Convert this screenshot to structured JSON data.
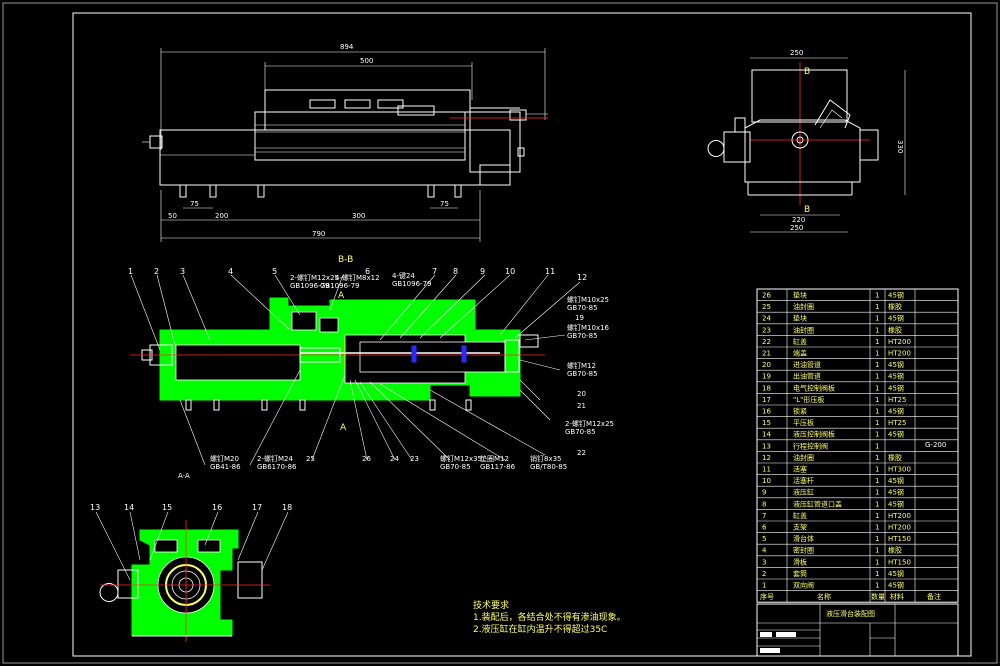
{
  "top_view": {
    "dims": [
      "894",
      "500",
      "50",
      "75",
      "200",
      "300",
      "75",
      "790"
    ]
  },
  "side_view": {
    "dims": [
      "250",
      "220",
      "250",
      "330"
    ],
    "section_marks": [
      "B",
      "B"
    ]
  },
  "section_bb": {
    "title": "B-B",
    "part_numbers_top": [
      "1",
      "2",
      "3",
      "4",
      "5",
      "6",
      "7",
      "8",
      "9",
      "10",
      "11",
      "12"
    ],
    "callouts": [
      "2-螺钉M12x25",
      "GB1096-79",
      "4-螺钉M8x12",
      "GB1096-79",
      "4-键24",
      "GB1096-79",
      "螺钉M10x25",
      "GB70-85",
      "19",
      "螺钉M10x16",
      "GB70-85",
      "螺钉M12",
      "GB70-85",
      "20",
      "21",
      "2-螺钉M12x25",
      "GB70-85",
      "螺钉M20",
      "GB41-86",
      "2-螺钉M24",
      "GB6170-86",
      "25",
      "26",
      "24",
      "23",
      "螺钉M12x35",
      "GB70-85",
      "垫圈M12",
      "GB117-86",
      "销钉8x35",
      "GB/T80-85",
      "22",
      "A",
      "A"
    ],
    "view_label": "A-A"
  },
  "view_aa": {
    "part_numbers": [
      "13",
      "14",
      "15",
      "16",
      "17",
      "18"
    ]
  },
  "notes": {
    "heading": "技术要求",
    "items": [
      "1.装配后，各结合处不得有渗油现象。",
      "2.液压缸在缸内温升不得超过35C"
    ]
  },
  "bom": {
    "extra_note": "G-200",
    "rows": [
      [
        "26",
        "垫块",
        "1",
        "45钢"
      ],
      [
        "25",
        "油封圈",
        "1",
        "橡胶"
      ],
      [
        "24",
        "垫块",
        "1",
        "45钢"
      ],
      [
        "23",
        "油封圈",
        "1",
        "橡胶"
      ],
      [
        "22",
        "缸盖",
        "1",
        "HT200"
      ],
      [
        "21",
        "端盖",
        "1",
        "HT200"
      ],
      [
        "20",
        "进油管道",
        "1",
        "45钢"
      ],
      [
        "19",
        "出油管道",
        "1",
        "45钢"
      ],
      [
        "18",
        "电气控制阀板",
        "1",
        "45钢"
      ],
      [
        "17",
        "\"L\"形压板",
        "1",
        "HT25"
      ],
      [
        "16",
        "锁紧",
        "1",
        "45钢"
      ],
      [
        "15",
        "平压板",
        "1",
        "HT25"
      ],
      [
        "14",
        "液压控制阀板",
        "1",
        "45钢"
      ],
      [
        "13",
        "行程控制阀",
        "1",
        ""
      ],
      [
        "12",
        "油封圈",
        "1",
        "橡胶"
      ],
      [
        "11",
        "活塞",
        "1",
        "HT300"
      ],
      [
        "10",
        "活塞杆",
        "1",
        "45钢"
      ],
      [
        "9",
        "液压缸",
        "1",
        "45钢"
      ],
      [
        "8",
        "液压缸管道口盖",
        "1",
        "45钢"
      ],
      [
        "7",
        "缸盖",
        "1",
        "HT200"
      ],
      [
        "6",
        "支架",
        "1",
        "HT200"
      ],
      [
        "5",
        "滑台体",
        "1",
        "HT150"
      ],
      [
        "4",
        "密封圈",
        "1",
        "橡胶"
      ],
      [
        "3",
        "滑板",
        "1",
        "HT150"
      ],
      [
        "2",
        "套筒",
        "1",
        "45钢"
      ],
      [
        "1",
        "双向阀",
        "1",
        "45钢"
      ]
    ],
    "header": [
      "序号",
      "名称",
      "数量",
      "材料",
      "备注"
    ],
    "title": "液压滑台装配图"
  }
}
